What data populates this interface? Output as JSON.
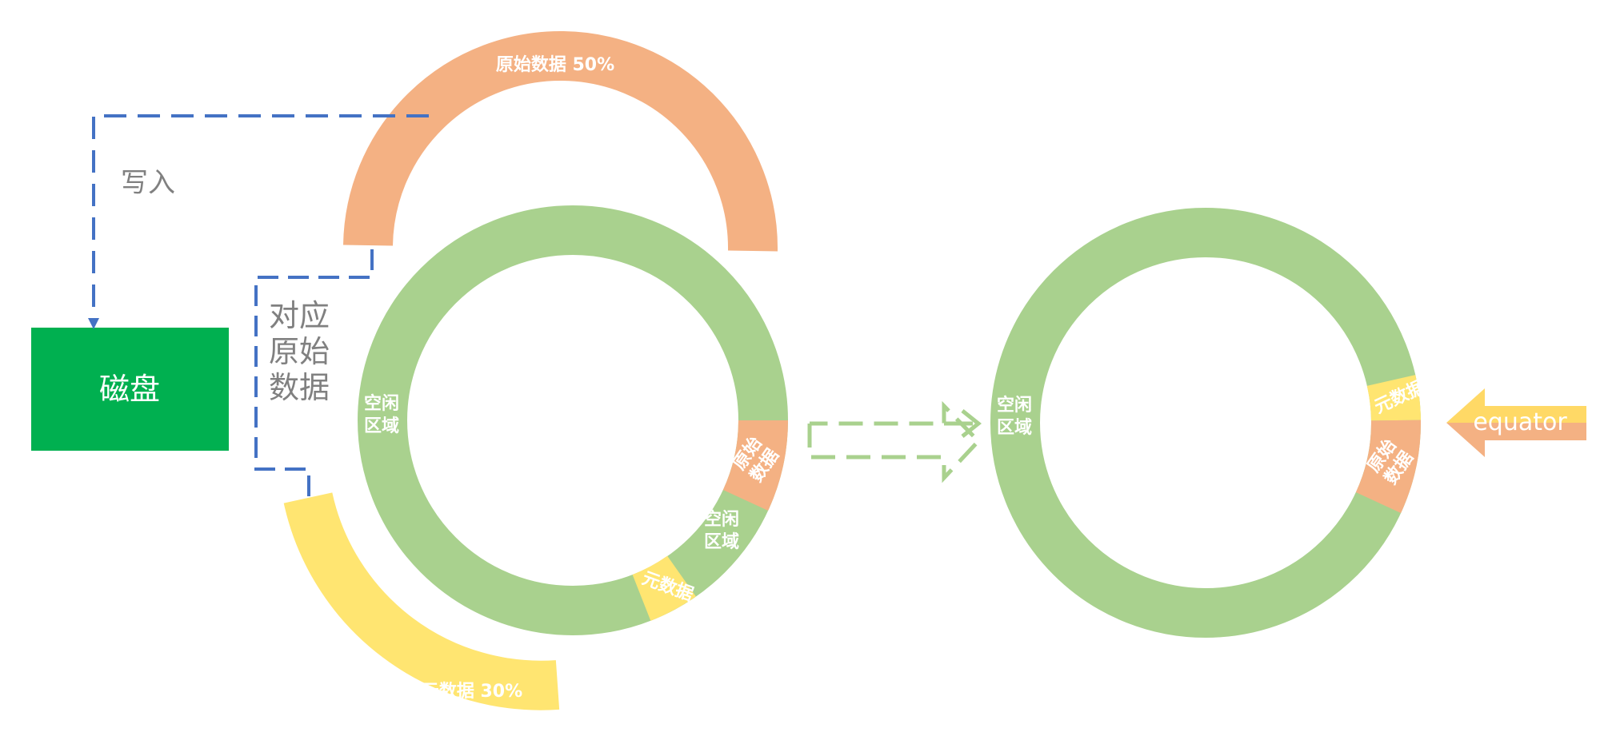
{
  "disk": {
    "label": "磁盘"
  },
  "write_label": "写入",
  "map_label": [
    "对应",
    "原始",
    "数据"
  ],
  "arc_original": {
    "label": "原始数据 50%"
  },
  "arc_meta": {
    "label": "元数据 30%"
  },
  "ring_left": {
    "free_left": [
      "空闲",
      "区域"
    ],
    "original": [
      "原始",
      "数据"
    ],
    "free_bottom": [
      "空闲",
      "区域"
    ],
    "meta": "元数据"
  },
  "ring_right": {
    "free_left": [
      "空闲",
      "区域"
    ],
    "meta": "元数据",
    "original": [
      "原始",
      "数据"
    ]
  },
  "equator": {
    "label": "equator"
  },
  "colors": {
    "green": "#a9d18e",
    "orange": "#f4b183",
    "yellow": "#ffe571",
    "blue": "#4472c4",
    "disk": "#00b050"
  }
}
